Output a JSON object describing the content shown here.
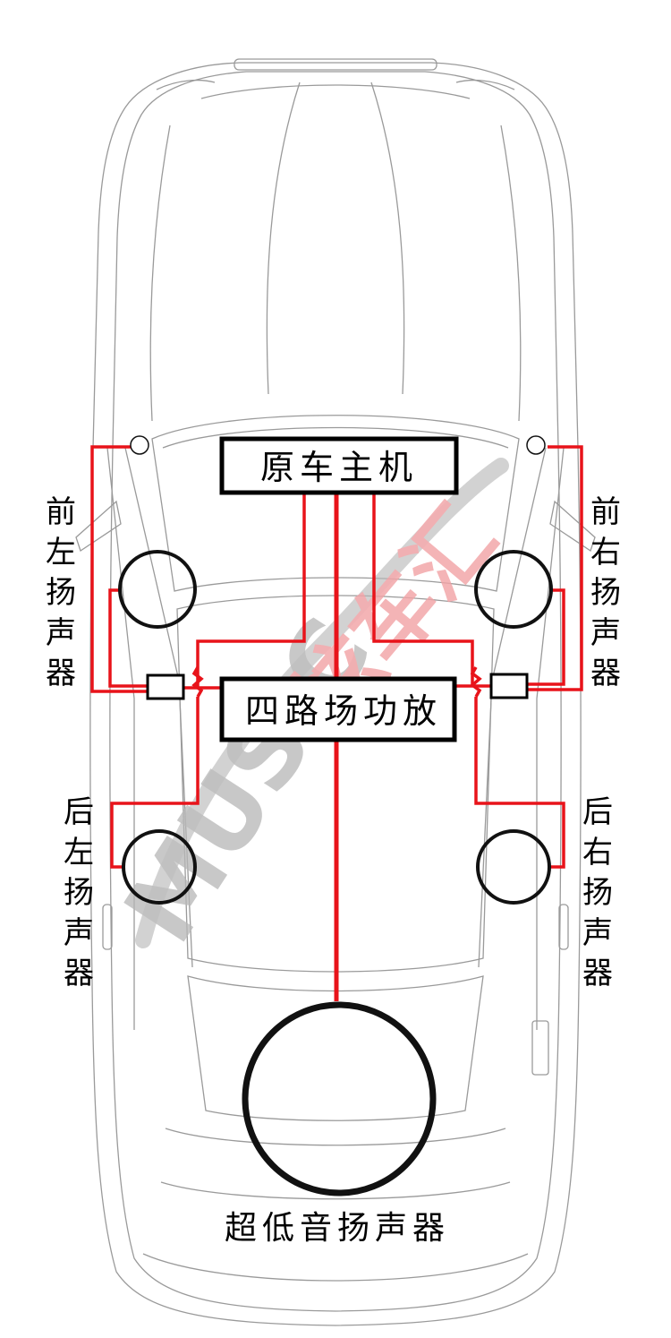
{
  "diagram": {
    "head_unit": "原车主机",
    "amplifier": "四路场功放",
    "subwoofer": "超低音扬声器",
    "front_left": [
      "前",
      "左",
      "扬",
      "声",
      "器"
    ],
    "front_right": [
      "前",
      "右",
      "扬",
      "声",
      "器"
    ],
    "rear_left": [
      "后",
      "左",
      "扬",
      "声",
      "器"
    ],
    "rear_right": [
      "后",
      "右",
      "扬",
      "声",
      "器"
    ]
  },
  "watermark": {
    "latin": "MUSIC",
    "chinese": "炫车汇"
  },
  "colors": {
    "wire": "#e8131a",
    "outline": "#9a9a9a",
    "speaker": "#111111",
    "box_border": "#000000",
    "watermark_gray": "#b8b8b8",
    "watermark_red": "#f2a3a6"
  }
}
